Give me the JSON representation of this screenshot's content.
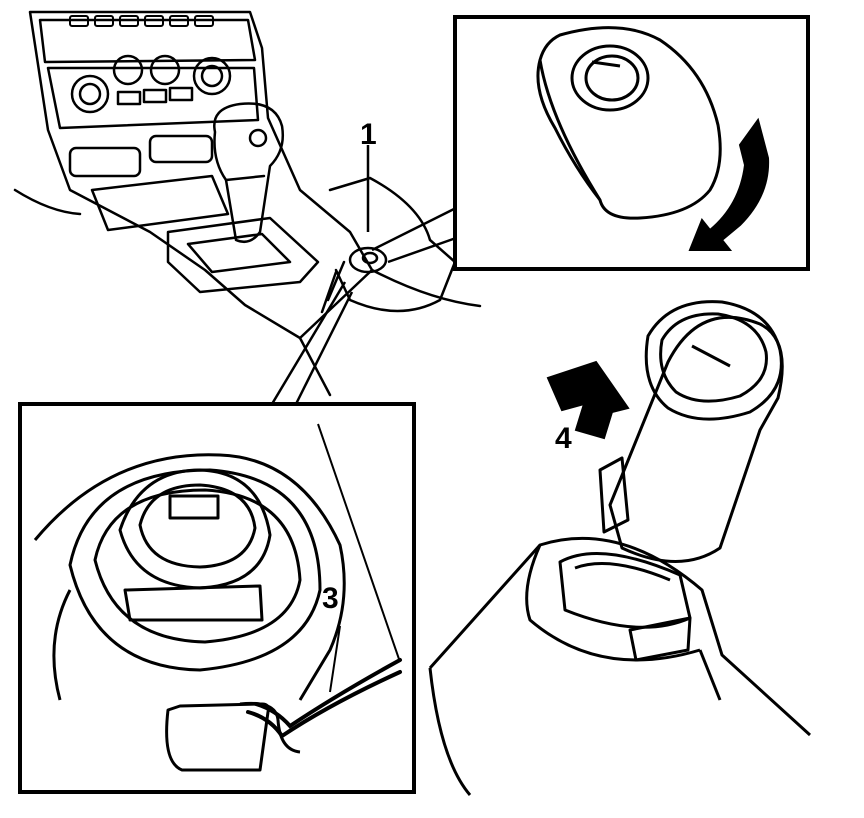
{
  "figure": {
    "callouts": {
      "c1": "1",
      "c3": "3",
      "c4": "4"
    },
    "colors": {
      "line": "#000000",
      "paper": "#ffffff"
    }
  }
}
